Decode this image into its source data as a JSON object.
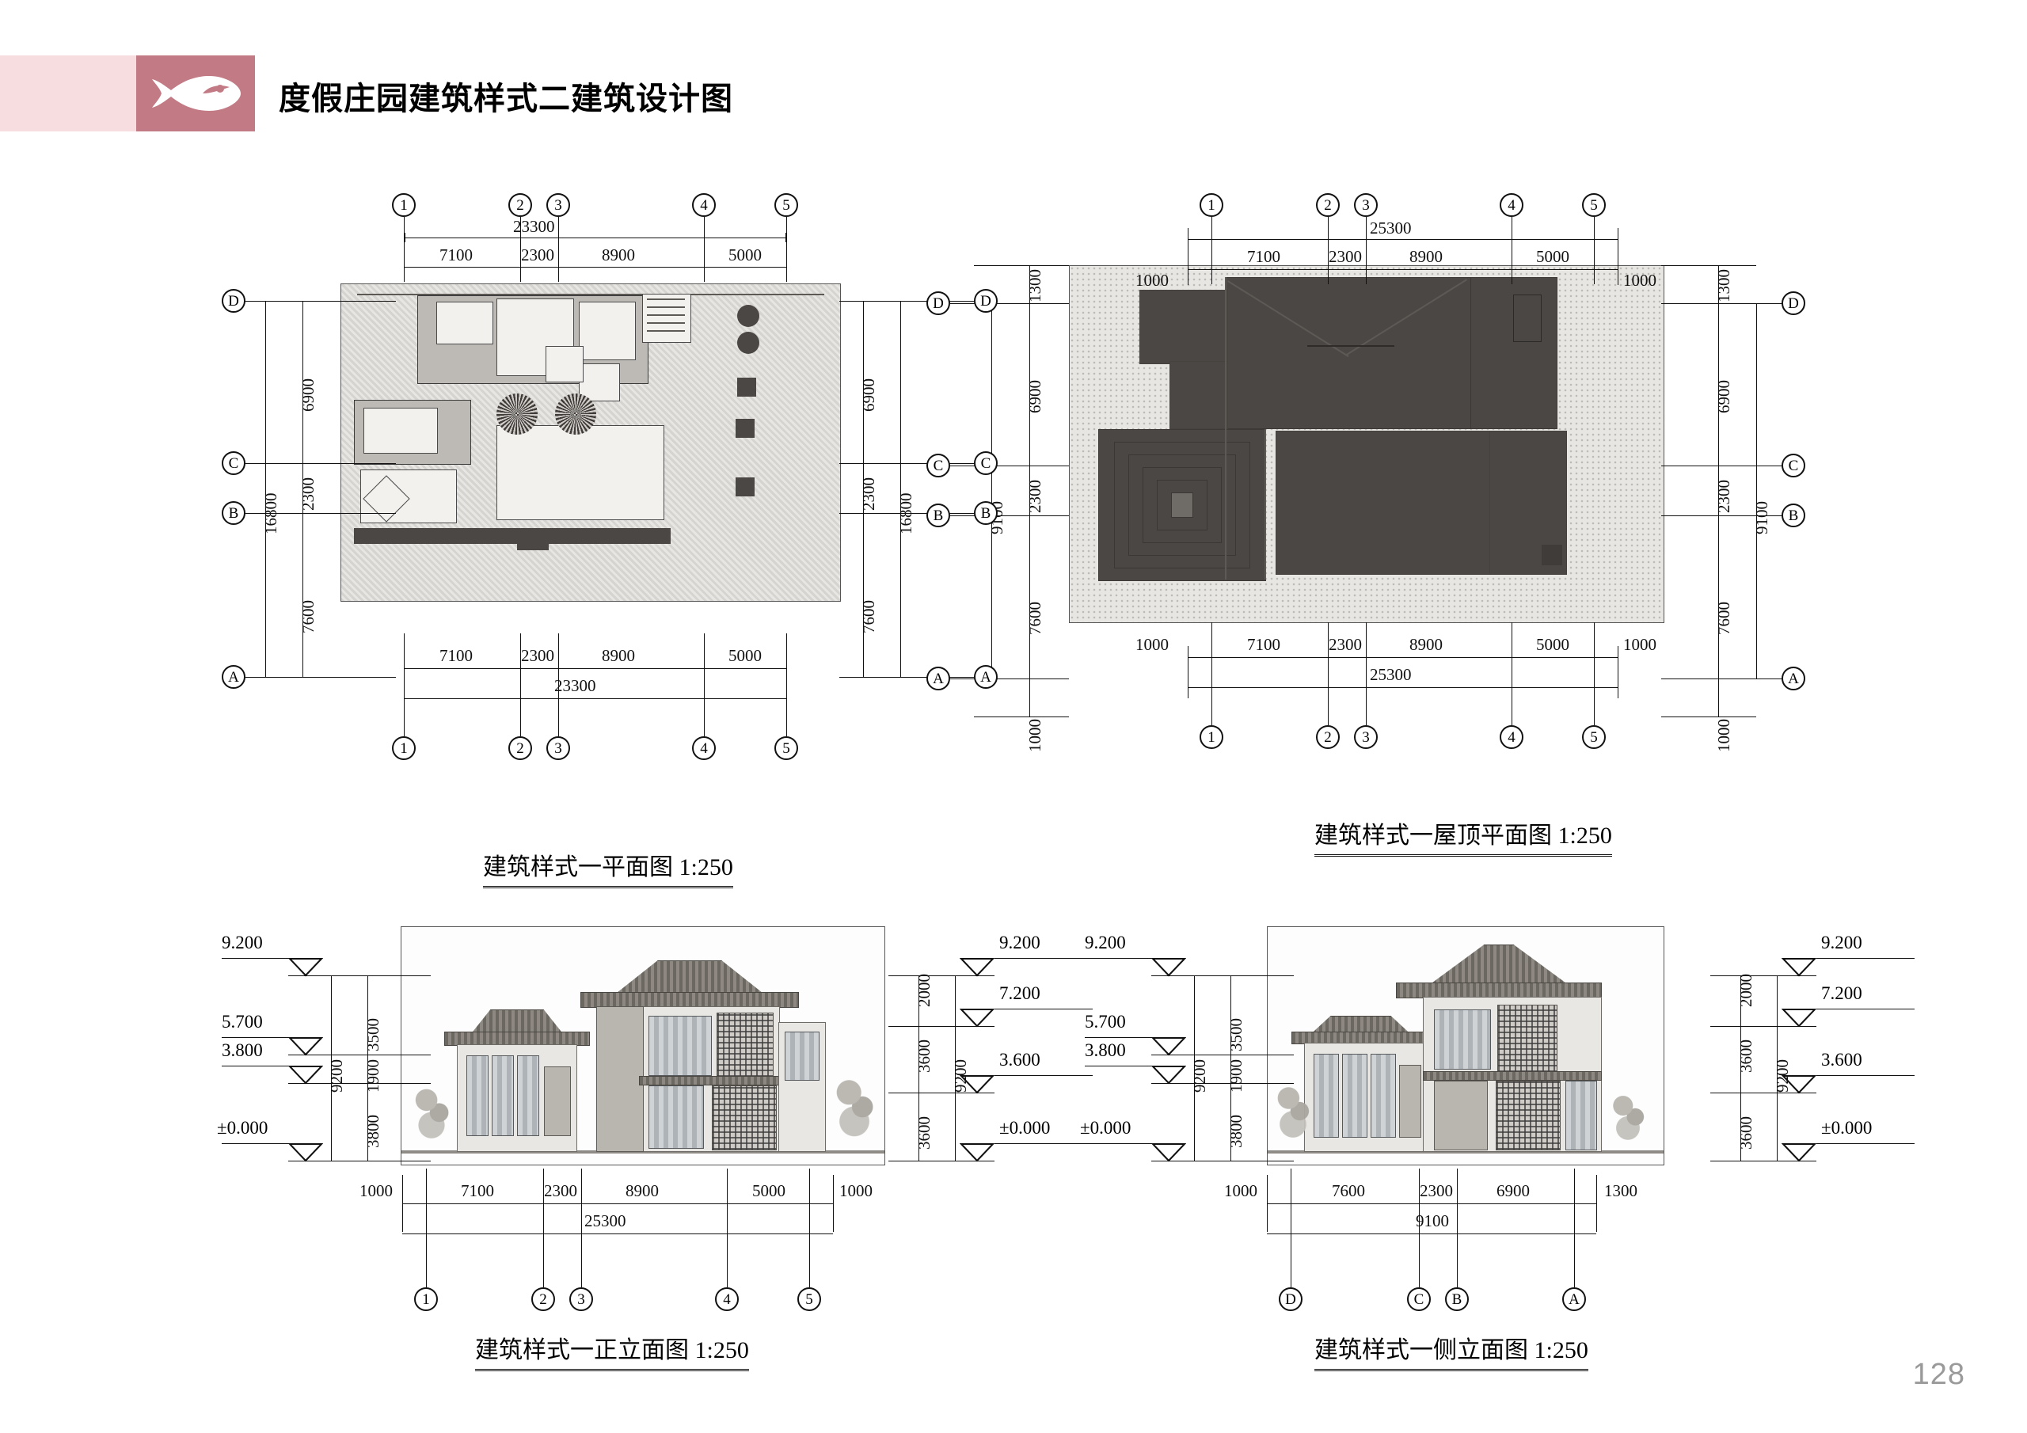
{
  "header": {
    "title": "度假庄园建筑样式二建筑设计图",
    "logo_icon": "fish-icon",
    "band_color": "#f7dce0",
    "tile_color": "#c27a84"
  },
  "page_number": "128",
  "figures": [
    {
      "key": "plan",
      "caption": "建筑样式一平面图 1:250",
      "top_grid_labels": [
        "1",
        "2",
        "3",
        "4",
        "5"
      ],
      "top_dims": [
        "7100",
        "2300",
        "8900",
        "5000"
      ],
      "top_total": "23300",
      "bottom_grid_labels": [
        "1",
        "2",
        "3",
        "4",
        "5"
      ],
      "bottom_dims": [
        "7100",
        "2300",
        "8900",
        "5000"
      ],
      "bottom_total": "23300",
      "left_grid_labels": [
        "D",
        "C",
        "B",
        "A"
      ],
      "left_dims": [
        "6900",
        "2300",
        "7600"
      ],
      "left_total": "16800",
      "right_grid_labels": [
        "D",
        "C",
        "B",
        "A"
      ],
      "right_dims": [
        "6900",
        "2300",
        "7600"
      ],
      "right_total": "16800"
    },
    {
      "key": "roof",
      "caption": "建筑样式一屋顶平面图 1:250",
      "top_grid_labels": [
        "1",
        "2",
        "3",
        "4",
        "5"
      ],
      "top_dims": [
        "7100",
        "2300",
        "8900",
        "5000"
      ],
      "top_total": "25300",
      "top_offset_left": "1000",
      "top_offset_right": "1000",
      "bottom_grid_labels": [
        "1",
        "2",
        "3",
        "4",
        "5"
      ],
      "bottom_dims": [
        "7100",
        "2300",
        "8900",
        "5000"
      ],
      "bottom_total": "25300",
      "bottom_offset_left": "1000",
      "bottom_offset_right": "1000",
      "left_grid_labels": [
        "D",
        "C",
        "B",
        "A"
      ],
      "left_dims": [
        "6900",
        "2300",
        "7600"
      ],
      "left_total": "9100",
      "left_offset_top": "1300",
      "left_offset_bottom": "1000",
      "right_grid_labels": [
        "D",
        "C",
        "B",
        "A"
      ],
      "right_dims": [
        "6900",
        "2300",
        "7600"
      ],
      "right_total": "9100",
      "right_offset_top": "1300",
      "right_offset_bottom": "1000"
    },
    {
      "key": "front_elevation",
      "caption": "建筑样式一正立面图 1:250",
      "left_levels": [
        "9.200",
        "5.700",
        "3.800",
        "±0.000"
      ],
      "left_dims": [
        "3500",
        "1900",
        "3800"
      ],
      "left_total": "9200",
      "right_levels": [
        "9.200",
        "7.200",
        "3.600",
        "±0.000"
      ],
      "right_dims": [
        "2000",
        "3600",
        "3600"
      ],
      "right_total": "9200",
      "bottom_grid_labels": [
        "1",
        "2",
        "3",
        "4",
        "5"
      ],
      "bottom_dims": [
        "7100",
        "2300",
        "8900",
        "5000"
      ],
      "bottom_total": "25300",
      "bottom_offset_left": "1000",
      "bottom_offset_right": "1000"
    },
    {
      "key": "side_elevation",
      "caption": "建筑样式一侧立面图 1:250",
      "left_levels": [
        "9.200",
        "5.700",
        "3.800",
        "±0.000"
      ],
      "left_dims": [
        "3500",
        "1900",
        "3800"
      ],
      "left_total": "9200",
      "right_levels": [
        "9.200",
        "7.200",
        "3.600",
        "±0.000"
      ],
      "right_dims": [
        "2000",
        "3600",
        "3600"
      ],
      "right_total": "9200",
      "bottom_grid_labels": [
        "D",
        "C",
        "B",
        "A"
      ],
      "bottom_dims": [
        "7600",
        "2300",
        "6900"
      ],
      "bottom_total": "9100",
      "bottom_offset_left": "1000",
      "bottom_offset_right": "1300"
    }
  ]
}
